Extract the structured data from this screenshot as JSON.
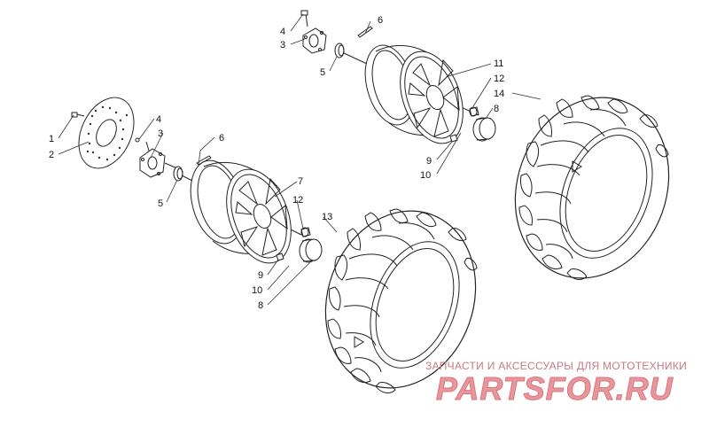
{
  "callouts": [
    {
      "label": "1"
    },
    {
      "label": "2"
    },
    {
      "label": "4"
    },
    {
      "label": "3"
    },
    {
      "label": "6"
    },
    {
      "label": "5"
    },
    {
      "label": "7"
    },
    {
      "label": "12"
    },
    {
      "label": "13"
    },
    {
      "label": "9"
    },
    {
      "label": "10"
    },
    {
      "label": "8"
    },
    {
      "label": "4"
    },
    {
      "label": "3"
    },
    {
      "label": "6"
    },
    {
      "label": "5"
    },
    {
      "label": "11"
    },
    {
      "label": "12"
    },
    {
      "label": "14"
    },
    {
      "label": "8"
    },
    {
      "label": "9"
    },
    {
      "label": "10"
    }
  ],
  "watermark": {
    "tagline": "ЗАПЧАСТИ И АКСЕССУАРЫ ДЛЯ МОТОТЕХНИКИ",
    "brand": "PARTSFOR.RU"
  },
  "colors": {
    "line": "#222222",
    "watermark": "#e8969b"
  }
}
